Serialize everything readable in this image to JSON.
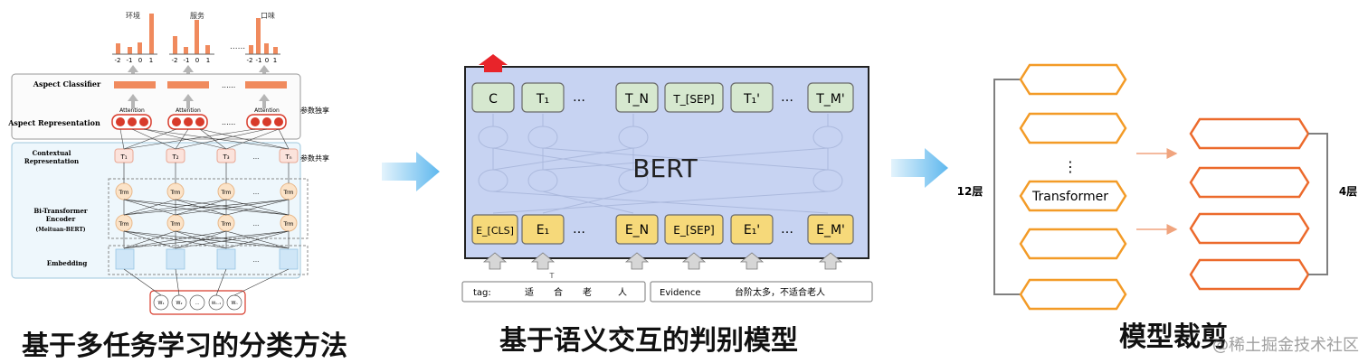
{
  "panel1": {
    "top_labels": [
      "环境",
      "服务",
      "口味"
    ],
    "tick_labels": [
      "-2",
      "-1",
      "0",
      "1"
    ],
    "ellipsis": "......",
    "aspect_classifier": "Aspect Classifier",
    "aspect_representation": "Aspect Representation",
    "attention": "Attention",
    "contextual": [
      "Contextual",
      "Representation"
    ],
    "param_private": "参数独享",
    "param_shared": "参数共享",
    "t_labels": [
      "T₁",
      "T₂",
      "T₃",
      "...",
      "Tₙ"
    ],
    "trm": "Trm",
    "bi_transformer": [
      "Bi-Transformer",
      "Encoder",
      "(Meituan-BERT)"
    ],
    "embedding": "Embedding",
    "inputs": [
      "W₁",
      "W₂",
      "...",
      "Wₙ₋₁",
      "Wₙ"
    ],
    "caption": "基于多任务学习的分类方法"
  },
  "panel2": {
    "top_tokens": [
      "C",
      "T₁",
      "…",
      "T_N",
      "T_[SEP]",
      "T₁'",
      "…",
      "T_M'"
    ],
    "bert": "BERT",
    "bottom_tokens": [
      "E_[CLS]",
      "E₁",
      "…",
      "E_N",
      "E_[SEP]",
      "E₁'",
      "…",
      "E_M'"
    ],
    "tag_label": "tag:",
    "tag_chars": [
      "适",
      "合",
      "老",
      "人"
    ],
    "evidence_label": "Evidence",
    "evidence_text": "台阶太多，不适合老人",
    "caption": "基于语义交互的判别模型"
  },
  "panel3": {
    "left_layers": "12层",
    "right_layers": "4层",
    "dots": "⋮",
    "transformer": "Transformer",
    "caption": "模型裁剪"
  },
  "watermark": "@稀土掘金技术社区",
  "colors": {
    "orange_bar": "#f08a5d",
    "red_attention": "#d83b2b",
    "arrow_blue": "#7cc4ef",
    "bert_bg": "#c7d3f2",
    "token_green": "#d6e8cf",
    "token_yellow": "#f6d97a",
    "hex_orange": "#f39b27",
    "arrow_salmon": "#f0a47e"
  }
}
